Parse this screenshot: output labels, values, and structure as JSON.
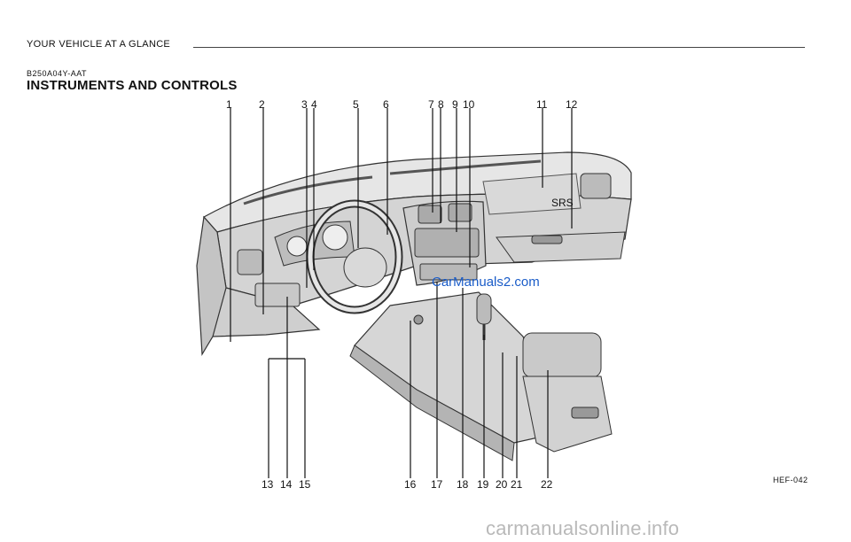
{
  "header": {
    "section": "YOUR VEHICLE AT A GLANCE"
  },
  "doc": {
    "code": "B250A04Y-AAT",
    "title": "INSTRUMENTS AND CONTROLS",
    "figure_ref": "HEF-042"
  },
  "callouts_top": [
    "1",
    "2",
    "3",
    "4",
    "5",
    "6",
    "7",
    "8",
    "9",
    "10",
    "11",
    "12"
  ],
  "callouts_bottom": [
    "13",
    "14",
    "15",
    "16",
    "17",
    "18",
    "19",
    "20",
    "21",
    "22"
  ],
  "airbag_label": "SRS",
  "watermark": "CarManuals2.com",
  "footer": "carmanualsonline.info"
}
